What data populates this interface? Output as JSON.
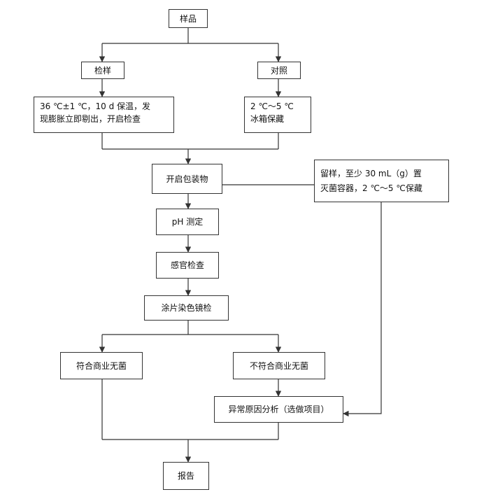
{
  "flowchart": {
    "sample": "样品",
    "test_sample": "检样",
    "control": "对照",
    "incubate": [
      "36 ℃±1 ℃，10 d 保温，发",
      "现膨胀立即剔出，开启检查"
    ],
    "refrigerate": [
      "2 ℃～5 ℃",
      "冰箱保藏"
    ],
    "open_package": "开启包装物",
    "retain_sample": [
      "留样，至少 30 mL（g）置",
      "灭菌容器，2 ℃～5 ℃保藏"
    ],
    "ph_test": "pH 测定",
    "sensory": "感官检查",
    "smear": "涂片染色镜检",
    "pass": "符合商业无菌",
    "fail": "不符合商业无菌",
    "abnormal": "异常原因分析（选做项目）",
    "report": "报告"
  },
  "colors": {
    "line": "#333333",
    "text": "#111111"
  }
}
